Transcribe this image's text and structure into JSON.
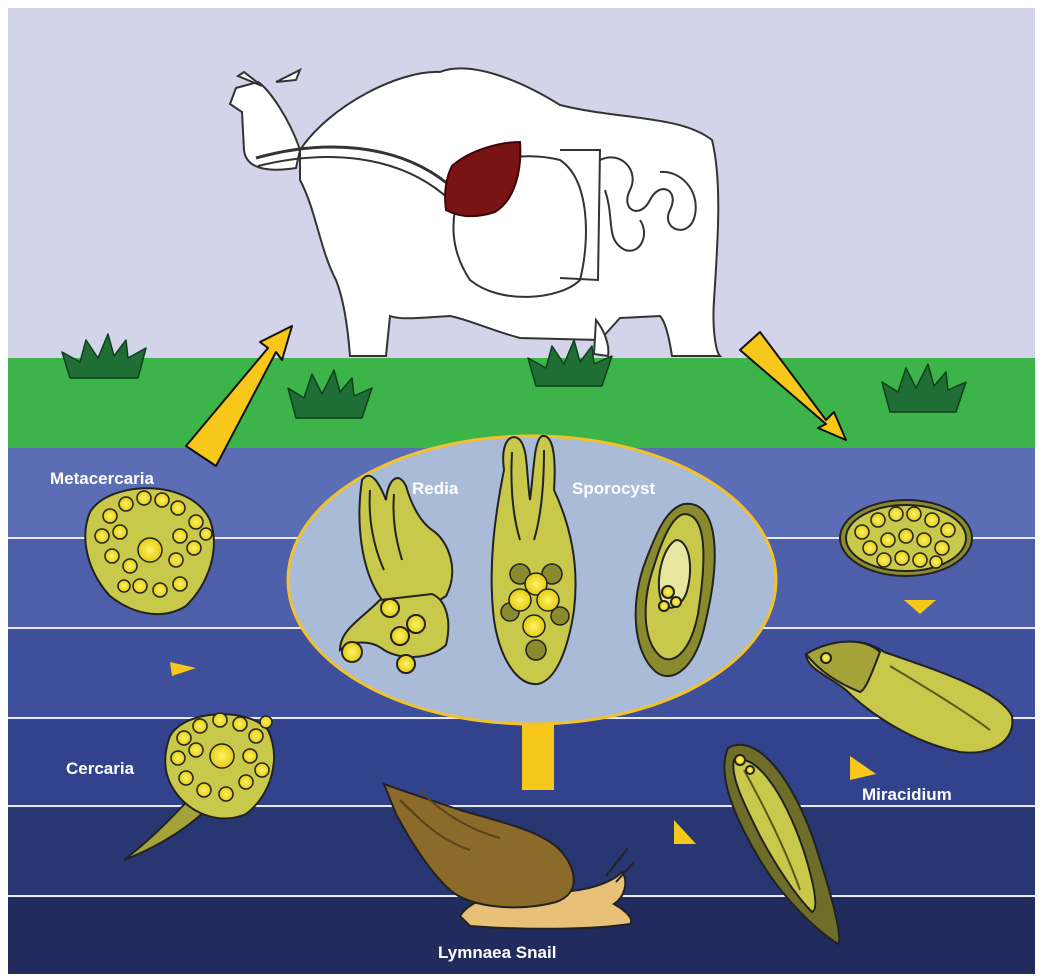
{
  "labels": {
    "metacercaria": "Metacercaria",
    "cercaria": "Cercaria",
    "redia": "Redia",
    "sporocyst": "Sporocyst",
    "miracidium": "Miracidium",
    "snail": "Lymnaea Snail"
  },
  "colors": {
    "sky": "#d3d3ea",
    "grass": "#3cb44a",
    "grass_tuft": "#1e6e35",
    "water_top": "#5a6cb3",
    "water_bottom": "#202c62",
    "stage_ellipse": "#a9bbd6",
    "ellipse_border": "#f2c12e",
    "larva": "#c8c84a",
    "larva_dark": "#8a8a2e",
    "egg": "#f0e02a",
    "arrow": "#f7c81a",
    "liver": "#7a1414",
    "snail_shell": "#8c6a2a",
    "snail_body": "#e8c078"
  },
  "icons": {
    "host": "cow-icon",
    "snail": "snail-icon"
  }
}
